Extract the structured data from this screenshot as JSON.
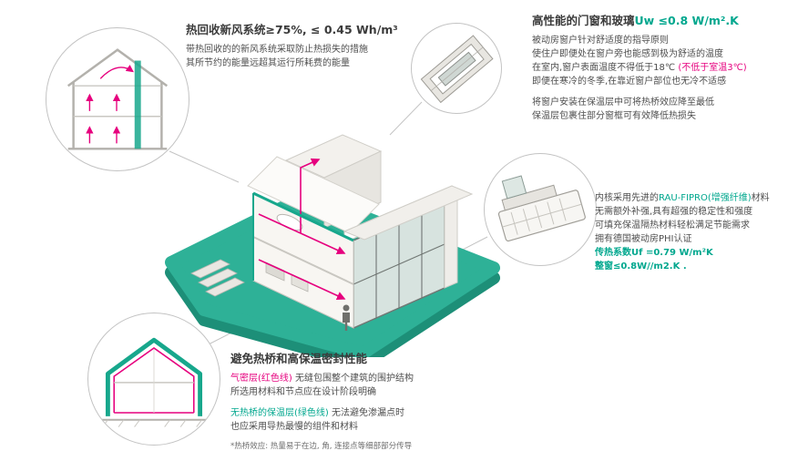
{
  "palette": {
    "teal": "#17a78c",
    "teal_text": "#00a78e",
    "magenta": "#e6007e",
    "title_dark": "#3b3b3b",
    "body_text": "#4e4e4e"
  },
  "sections": {
    "hrv": {
      "title": "热回收新风系统≥75%, ≤ 0.45 Wh/m³",
      "line1": "带热回收的的新风系统采取防止热损失的措施",
      "line2": "其所节约的能量远超其运行所耗费的能量"
    },
    "window": {
      "title_cn": "高性能的门窗和玻璃",
      "title_value": "Uw ≤0.8 W/m².K",
      "line1": "被动房窗户针对舒适度的指导原则",
      "line2": "使住户即便处在窗户旁也能感到极为舒适的温度",
      "line3a": "在室内,窗户表面温度不得低于18℃ ",
      "line3b": "(不低于室温3℃)",
      "line4": "即便在寒冷的冬季,在靠近窗户部位也无冷不适感",
      "line5": "将窗户安装在保温层中可将热桥效应降至最低",
      "line6": "保温层包裹住部分窗框可有效降低热损失"
    },
    "profile": {
      "line1a": "内核采用先进的",
      "line1b": "RAU-FIPRO(增强纤维)",
      "line1c": "材料",
      "line2": "无需额外补强,具有超强的稳定性和强度",
      "line3": "可填充保温隔热材料轻松满足节能需求",
      "line4": "拥有德国被动房PHI认证",
      "line5": "传热系数Uf =0.79 W/m²K",
      "line6": "整窗≤0.8W//m2.K ."
    },
    "thermal": {
      "title": "避免热桥和高保温密封性能",
      "red_label": "气密层(红色线)",
      "red_rest": " 无缝包围整个建筑的围护结构",
      "line2": "所选用材料和节点应在设计阶段明确",
      "green_label": "无热桥的保温层(绿色线)",
      "green_rest": " 无法避免渗漏点时",
      "line4": "也应采用导热最慢的组件和材料",
      "footnote": "*热桥效应: 热量易于在边, 角, 连接点等细部部分传导"
    }
  }
}
